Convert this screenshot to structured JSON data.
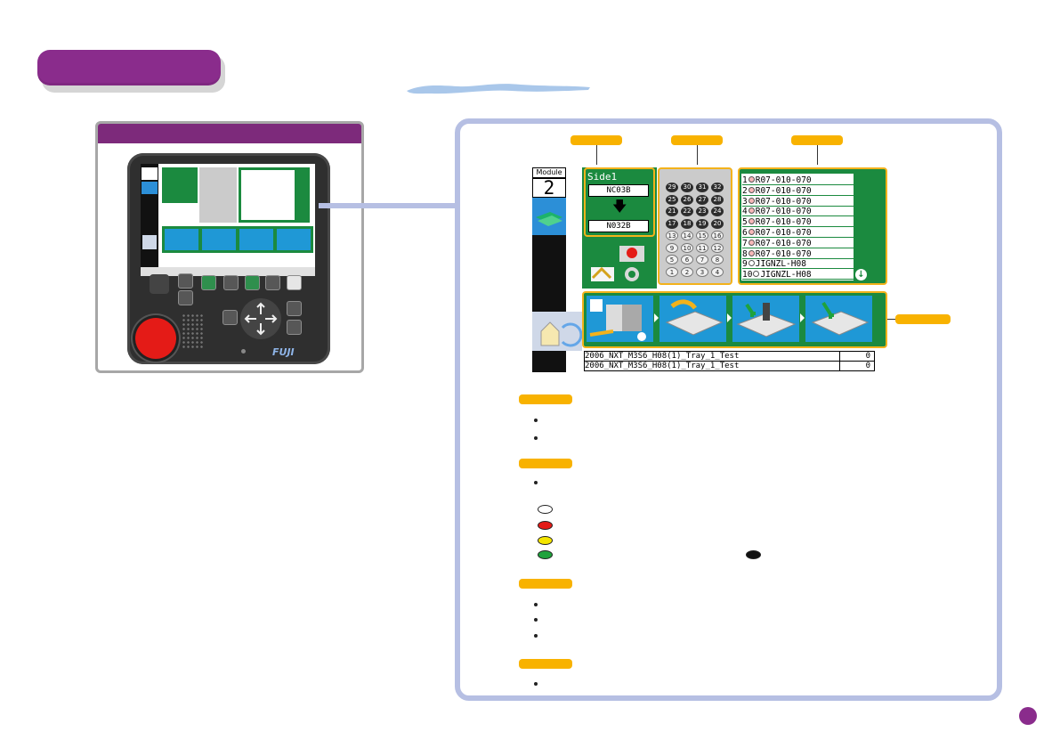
{
  "screen": {
    "module_header": "Module",
    "module_number": "2",
    "side_title": "Side1",
    "nozzle_from": "NC03B",
    "nozzle_to": "N032B",
    "holder_numbers": [
      [
        "29",
        "30",
        "31",
        "32"
      ],
      [
        "25",
        "26",
        "27",
        "28"
      ],
      [
        "21",
        "22",
        "23",
        "24"
      ],
      [
        "17",
        "18",
        "19",
        "20"
      ],
      [
        "13",
        "14",
        "15",
        "16"
      ],
      [
        "9",
        "10",
        "11",
        "12"
      ],
      [
        "5",
        "6",
        "7",
        "8"
      ],
      [
        "1",
        "2",
        "3",
        "4"
      ]
    ],
    "list_rows": [
      {
        "num": "1",
        "text": "R07-010-070",
        "dot": "red"
      },
      {
        "num": "2",
        "text": "R07-010-070",
        "dot": "red"
      },
      {
        "num": "3",
        "text": "R07-010-070",
        "dot": "red"
      },
      {
        "num": "4",
        "text": "R07-010-070",
        "dot": "red"
      },
      {
        "num": "5",
        "text": "R07-010-070",
        "dot": "red"
      },
      {
        "num": "6",
        "text": "R07-010-070",
        "dot": "red"
      },
      {
        "num": "7",
        "text": "R07-010-070",
        "dot": "red"
      },
      {
        "num": "8",
        "text": "R07-010-070",
        "dot": "red"
      },
      {
        "num": "9",
        "text": "JIGNZL-H08",
        "dot": "white"
      },
      {
        "num": "10",
        "text": "JIGNZL-H08",
        "dot": "white"
      }
    ],
    "bottom_rows": [
      {
        "text": "2006_NXT_M3S6_H08(1)_Tray_1_Test",
        "value": "0"
      },
      {
        "text": "2006_NXT_M3S6_H08(1)_Tray_1_Test",
        "value": "0"
      }
    ]
  },
  "device": {
    "brand": "FUJI"
  },
  "colors": {
    "title_purple": "#8a2c8c",
    "label_orange": "#f8b200",
    "panel_border": "#b6bfe3",
    "screen_green": "#1b8a3f",
    "status_white": "#ffffff",
    "status_red": "#e41b17",
    "status_yellow": "#f4e500",
    "status_green": "#1fa23c",
    "status_black": "#111111"
  }
}
